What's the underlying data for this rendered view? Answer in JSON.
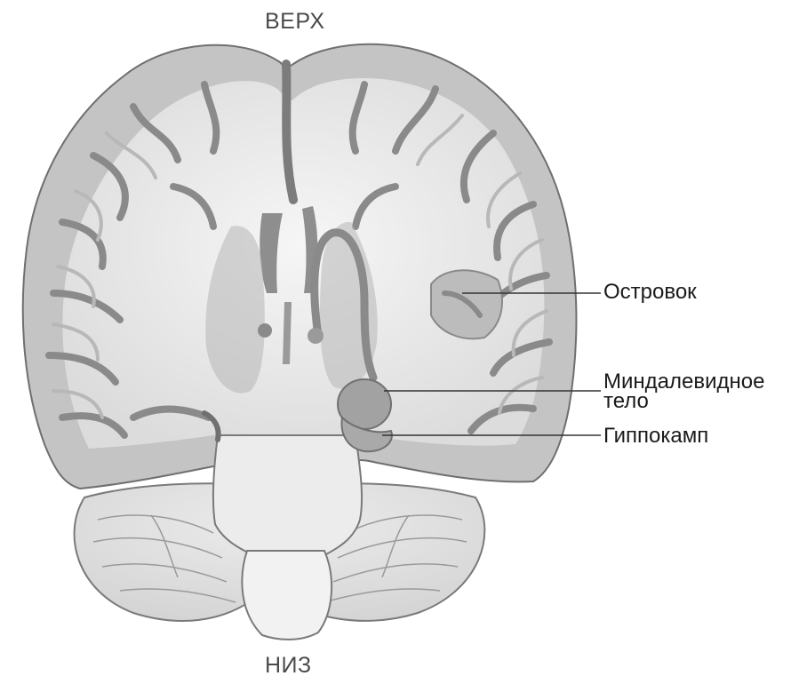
{
  "orientation": {
    "top": "ВЕРХ",
    "bottom": "НИЗ"
  },
  "callouts": {
    "insula": "Островок",
    "amygdala_line1": "Миндалевидное",
    "amygdala_line2": "тело",
    "hippocampus": "Гиппокамп"
  },
  "colors": {
    "background": "#ffffff",
    "white_matter": "#e9e9e9",
    "gray_matter": "#c3c3c3",
    "sulcus": "#8c8c8c",
    "outline": "#777777",
    "structure_fill": "#9a9a9a",
    "leader_line": "#333333"
  }
}
